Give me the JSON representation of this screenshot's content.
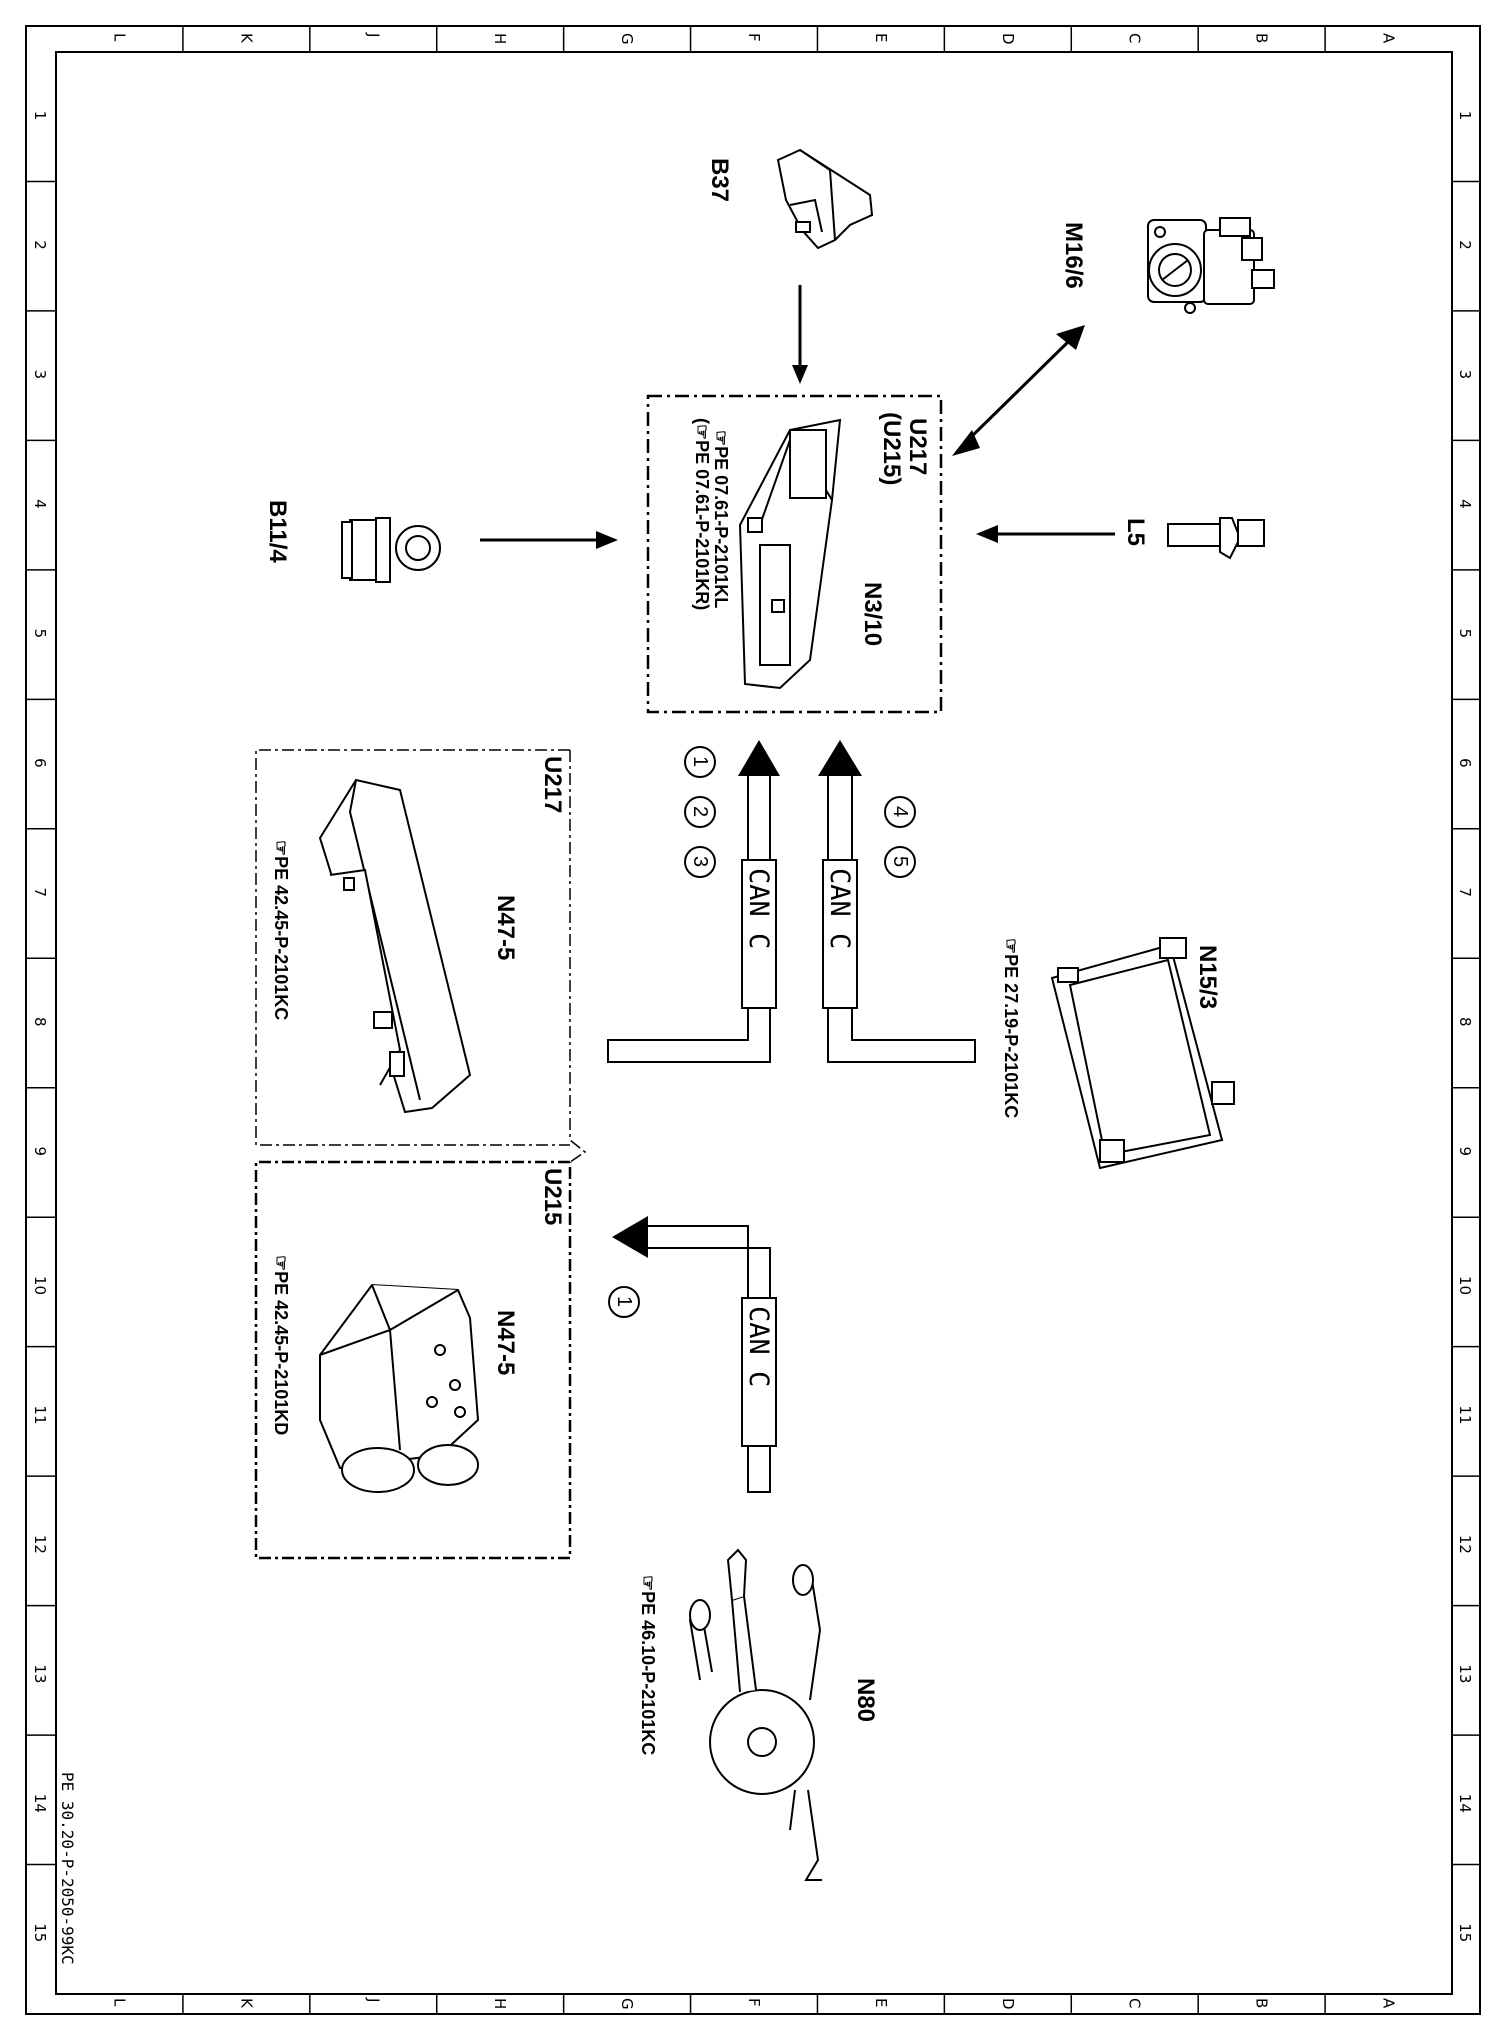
{
  "grid": {
    "letters": [
      "L",
      "K",
      "J",
      "H",
      "G",
      "F",
      "E",
      "D",
      "C",
      "B",
      "A"
    ],
    "numbers": [
      "1",
      "2",
      "3",
      "4",
      "5",
      "6",
      "7",
      "8",
      "9",
      "10",
      "11",
      "12",
      "13",
      "14",
      "15"
    ]
  },
  "components": {
    "b37": {
      "label": "B37"
    },
    "m16_6": {
      "label": "M16/6"
    },
    "u217_u215_box": {
      "title1": "U217",
      "title2": "(U215)"
    },
    "n3_10": {
      "label": "N3/10",
      "ref1": "PE 07.61-P-2101KL",
      "ref2": "(",
      "ref2b": "PE 07.61-P-2101KR)"
    },
    "b11_4": {
      "label": "B11/4"
    },
    "l5": {
      "label": "L5"
    },
    "u217_box": {
      "title": "U217",
      "label": "N47-5",
      "ref": "PE 42.45-P-2101KC"
    },
    "u215_box": {
      "title": "U215",
      "label": "N47-5",
      "ref": "PE 42.45-P-2101KD"
    },
    "n15_3": {
      "label": "N15/3",
      "ref": "PE 27.19-P-2101KC"
    },
    "n80": {
      "label": "N80",
      "ref": "PE 46.10-P-2101KC"
    }
  },
  "bus": {
    "can1": "CAN C",
    "can2": "CAN C",
    "can3": "CAN C",
    "numbers_a": [
      "1",
      "2",
      "3"
    ],
    "numbers_b": [
      "4",
      "5"
    ],
    "numbers_c": [
      "1"
    ]
  },
  "document_id": "PE 30.20-P-2050-99KC"
}
